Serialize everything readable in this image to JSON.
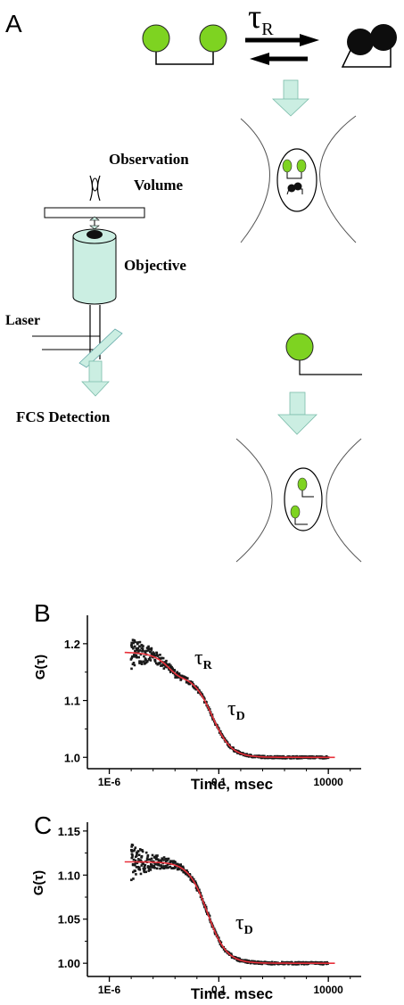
{
  "panel_a": {
    "label": "A",
    "tau_r": {
      "symbol": "τ",
      "subscript": "R"
    },
    "observation_label_line1": "Observation",
    "observation_label_line2": "Volume",
    "objective_label": "Objective",
    "laser_label": "Laser",
    "fcs_detection_label": "FCS Detection"
  },
  "colors": {
    "green_fluor": "#7ed321",
    "light_cyan": "#cbeee2",
    "dark": "#111111",
    "fit_line": "#e8303a"
  },
  "chart_data": [
    {
      "panel": "B",
      "type": "scatter",
      "x_scale": "log",
      "xlabel": "Time, msec",
      "ylabel": "G(τ)",
      "x_tick_labels": [
        "1E-6",
        "0.1",
        "10000"
      ],
      "y_tick_labels": [
        "1.0",
        "1.1",
        "1.2"
      ],
      "ylim": [
        0.98,
        1.25
      ],
      "annotations": [
        {
          "symbol": "τ",
          "subscript": "R"
        },
        {
          "symbol": "τ",
          "subscript": "D"
        }
      ],
      "fit": {
        "g0": 1.185,
        "diffusion_amp": 0.145,
        "tau_d": 0.05,
        "rotation_amp": 0.04,
        "tau_r": 0.0005
      },
      "x_range_log10": [
        -7,
        5.5
      ],
      "data_x_range_log10": [
        -5,
        4
      ]
    },
    {
      "panel": "C",
      "type": "scatter",
      "x_scale": "log",
      "xlabel": "Time. msec",
      "ylabel": "G(τ)",
      "x_tick_labels": [
        "1E-6",
        "0.1",
        "10000"
      ],
      "y_tick_labels": [
        "1.00",
        "1.05",
        "1.10",
        "1.15"
      ],
      "ylim": [
        0.985,
        1.16
      ],
      "annotations": [
        {
          "symbol": "τ",
          "subscript": "D"
        }
      ],
      "fit": {
        "g0": 1.115,
        "diffusion_amp": 0.115,
        "tau_d": 0.03,
        "rotation_amp": 0.0,
        "tau_r": 0.0005
      },
      "x_range_log10": [
        -7,
        5.5
      ],
      "data_x_range_log10": [
        -5,
        4
      ]
    }
  ]
}
